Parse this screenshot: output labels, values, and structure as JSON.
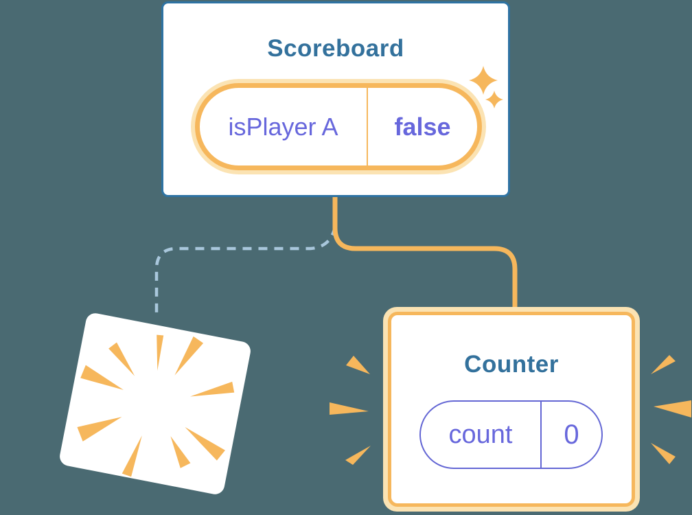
{
  "diagram": {
    "description": "Component tree state diagram",
    "scoreboard": {
      "title": "Scoreboard",
      "state": {
        "key": "isPlayer A",
        "value": "false"
      }
    },
    "counter": {
      "title": "Counter",
      "state": {
        "key": "count",
        "value": "0"
      }
    },
    "connections": [
      {
        "from": "Scoreboard",
        "to": "Counter",
        "style": "solid-orange"
      },
      {
        "from": "Scoreboard",
        "to": "removed-card",
        "style": "dashed-blue"
      }
    ]
  },
  "colors": {
    "bg": "#4A6A72",
    "card-bg": "#FFFFFF",
    "card-border": "#2E73A3",
    "title": "#33719C",
    "orange": "#F6B75C",
    "orange-light": "#FBE3B3",
    "purple": "#6767DC",
    "pill-border": "#6366D4",
    "dash": "#A9C7DC"
  }
}
